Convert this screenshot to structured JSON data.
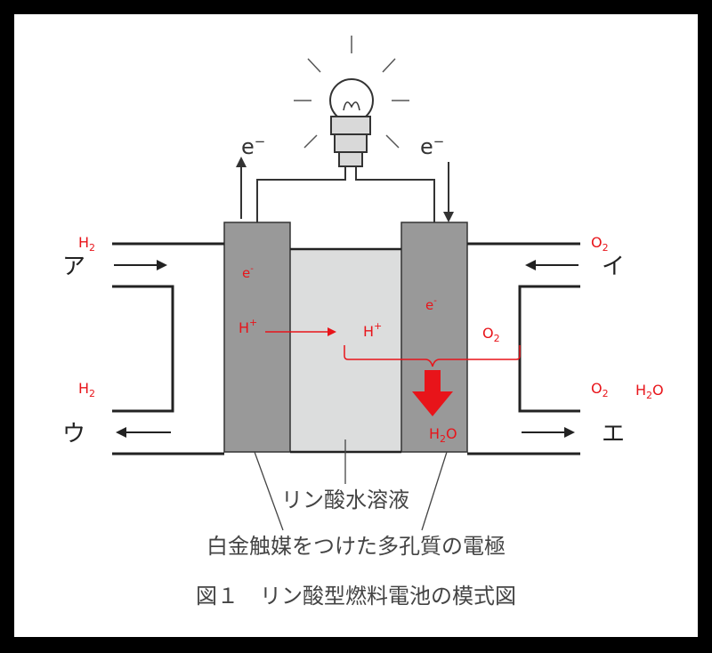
{
  "bulb": {
    "icon": "light-bulb-icon"
  },
  "electron_left": {
    "base": "e",
    "sup": "−"
  },
  "electron_right": {
    "base": "e",
    "sup": "−"
  },
  "ports": {
    "a": "ア",
    "i": "イ",
    "u": "ウ",
    "e": "エ"
  },
  "species": {
    "h2_top": {
      "base": "H",
      "sub": "2"
    },
    "h2_bottom": {
      "base": "H",
      "sub": "2"
    },
    "o2_top": {
      "base": "O",
      "sub": "2"
    },
    "o2_bottom": {
      "base": "O",
      "sub": "2"
    },
    "h2o_right": {
      "base": "H",
      "sub": "2",
      "tail": "O"
    },
    "e_anode": {
      "base": "e",
      "sup": "-"
    },
    "e_cathode": {
      "base": "e",
      "sup": "-"
    },
    "hplus_left": {
      "base": "H",
      "sup": "+"
    },
    "hplus_right": {
      "base": "H",
      "sup": "+"
    },
    "o2_inner": {
      "base": "O",
      "sub": "2"
    },
    "h2o_inner": {
      "base": "H",
      "sub": "2",
      "tail": "O"
    }
  },
  "labels": {
    "electrolyte": "リン酸水溶液",
    "electrode": "白金触媒をつけた多孔質の電極",
    "caption": "図１　リン酸型燃料電池の模式図"
  },
  "colors": {
    "annotation_red": "#e8141a",
    "electrode_gray": "#999999",
    "electrolyte_gray": "#dcdddd"
  }
}
